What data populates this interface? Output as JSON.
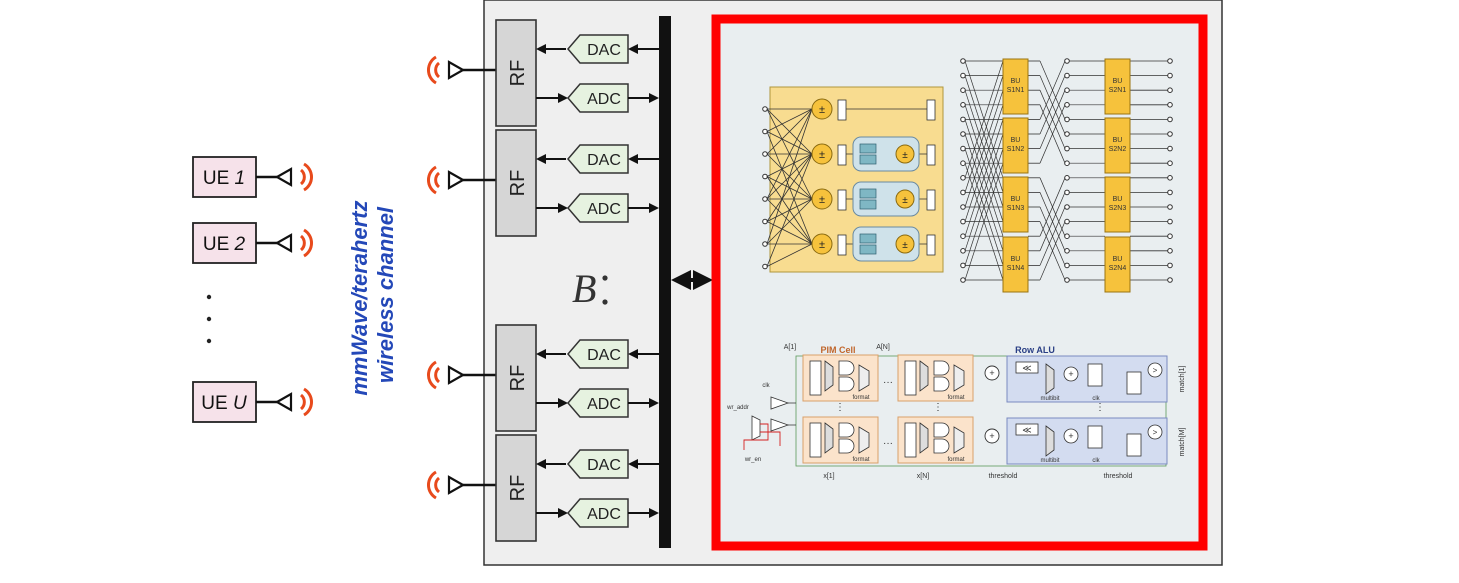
{
  "users": [
    {
      "label_prefix": "UE",
      "label_index": "1"
    },
    {
      "label_prefix": "UE",
      "label_index": "2"
    },
    {
      "label_prefix": "UE",
      "label_index": "U"
    }
  ],
  "channel_label": [
    "mmWave/terahertz",
    "wireless channel"
  ],
  "rf_label": "RF",
  "dac_label": "DAC",
  "adc_label": "ADC",
  "b_label": "B",
  "fft": {
    "stage1": [
      "BU\nS1N1",
      "BU\nS1N2",
      "BU\nS1N3",
      "BU\nS1N4"
    ],
    "stage2": [
      "BU\nS2N1",
      "BU\nS2N2",
      "BU\nS2N3",
      "BU\nS2N4"
    ],
    "pm_symbol": "±"
  },
  "pim": {
    "cell_title": "PIM Cell",
    "alu_title": "Row ALU",
    "a1": "A[1]",
    "an": "A[N]",
    "x1": "x[1]",
    "xn": "x[N]",
    "format": "format",
    "multibit": "multibit",
    "clk": "clk",
    "threshold": "threshold",
    "wr_addr": "wr_addr",
    "wr_en": "wr_en",
    "match1": "match[1]",
    "matchm": "match[M]"
  },
  "colors": {
    "ue_fill": "#f6e2ea",
    "channel_text": "#2448b8",
    "antenna_wave": "#e84a1c",
    "rf_fill": "#d6d6d6",
    "dac_fill": "#e6f2e0",
    "chassis_fill": "#efefef",
    "accel_border": "#ff0000",
    "accel_fill": "#e9eef0",
    "fft_fill": "#f8dc90",
    "bu_fill": "#f6c23c",
    "pim_cell_fill": "#fbe3cb",
    "alu_fill": "#d3dcf0"
  }
}
